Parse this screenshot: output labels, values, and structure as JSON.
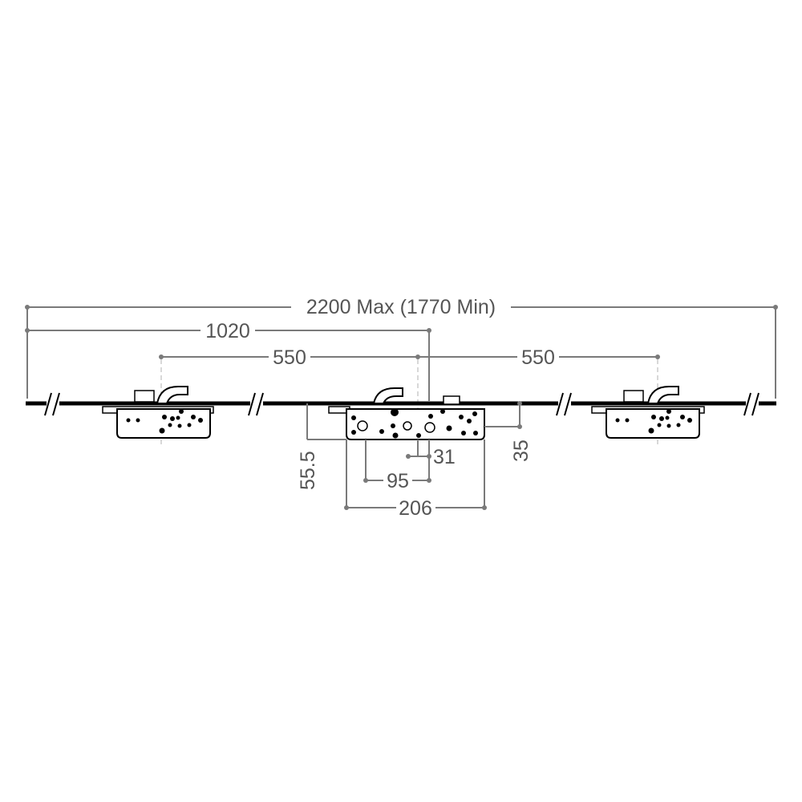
{
  "diagram": {
    "dimensions": {
      "overall": "2200 Max (1770 Min)",
      "to_center": "1020",
      "left_spacing": "550",
      "right_spacing": "550",
      "backset": "55.5",
      "faceplate_depth": "35",
      "handle_offset": "31",
      "cylinder_to_handle": "95",
      "case_length": "206"
    },
    "colors": {
      "dimension": "#7a7a7a",
      "text": "#555555",
      "drawing": "#000000"
    }
  }
}
